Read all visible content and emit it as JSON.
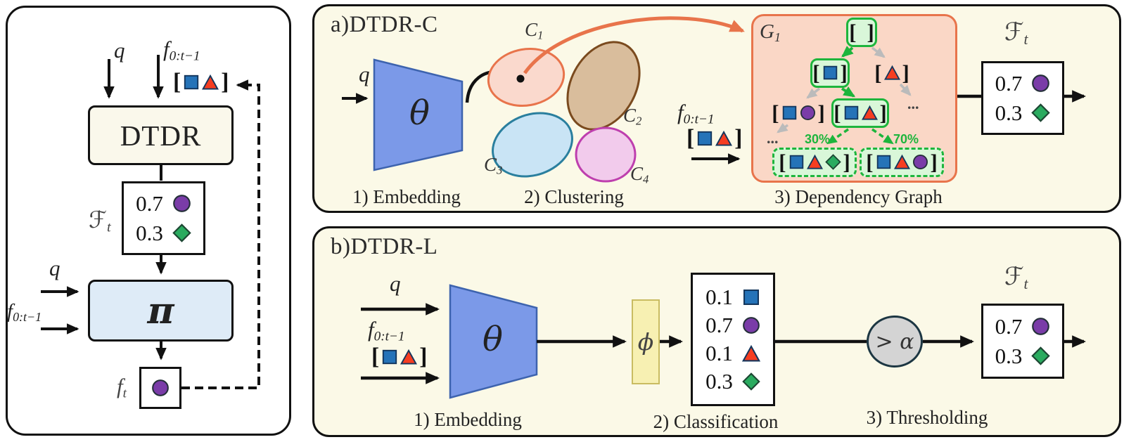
{
  "shared": {
    "q": "q",
    "f_base": "f",
    "f_sub": "0:t−1",
    "theta": "θ",
    "F_base": "ℱ",
    "F_sub": "t",
    "history_tokens": [
      "square",
      "triangle"
    ],
    "scores": [
      {
        "value": "0.7",
        "shape": "circle"
      },
      {
        "value": "0.3",
        "shape": "diamond"
      }
    ]
  },
  "tokens": {
    "bracket_open": "[",
    "bracket_close": "]"
  },
  "left_panel": {
    "dtdr_label": "DTDR",
    "pi_label": "π",
    "ft_base": "f",
    "ft_sub": "t",
    "output_token": "circle"
  },
  "panel_a": {
    "title": "a)DTDR-C",
    "steps": [
      "1) Embedding",
      "2) Clustering",
      "3) Dependency Graph"
    ],
    "clusters": [
      {
        "base": "C",
        "sub": "1"
      },
      {
        "base": "C",
        "sub": "2"
      },
      {
        "base": "C",
        "sub": "3"
      },
      {
        "base": "C",
        "sub": "4"
      }
    ],
    "graph": {
      "label_base": "G",
      "label_sub": "1",
      "ellipsis": "...",
      "pct_left": "30%",
      "pct_right": "70%",
      "nodes": {
        "root": [],
        "sq": [
          "square"
        ],
        "tri": [
          "triangle"
        ],
        "sq_ci": [
          "square",
          "circle"
        ],
        "sq_tr": [
          "square",
          "triangle"
        ],
        "leaf_left": [
          "square",
          "triangle",
          "diamond"
        ],
        "leaf_right": [
          "square",
          "triangle",
          "circle"
        ]
      }
    }
  },
  "panel_b": {
    "title": "b)DTDR-L",
    "steps": [
      "1) Embedding",
      "2) Classification",
      "3) Thresholding"
    ],
    "phi": "ϕ",
    "threshold": "> α",
    "classification": [
      {
        "value": "0.1",
        "shape": "square"
      },
      {
        "value": "0.7",
        "shape": "circle"
      },
      {
        "value": "0.1",
        "shape": "triangle"
      },
      {
        "value": "0.3",
        "shape": "diamond"
      }
    ]
  },
  "colors": {
    "panel_bg": "#FBF9E7",
    "dtdr_box": "#FAF8EB",
    "pi_box": "#DEEBF7",
    "embed_fill": "#7B99E8",
    "embed_border": "#3D63AE",
    "phi_fill": "#F7F0B2",
    "phi_border": "#C9BC62",
    "threshold_fill": "#D4D4D4",
    "threshold_border": "#1C3642",
    "graph_fill": "#FAD7C6",
    "graph_border": "#E8744B",
    "node_fill": "#D9F7D9",
    "node_green": "#1DB53C",
    "gray_arrow": "#BBBBBB",
    "token_square": "#2573B8",
    "token_triangle": "#F63D21",
    "token_circle": "#7A3CA8",
    "token_diamond": "#2AAB5F",
    "cluster_fills": [
      "#FAD9CD",
      "#D9BD9C",
      "#C9E4F5",
      "#F2CBEC"
    ],
    "cluster_borders": [
      "#E8744B",
      "#7A4A1E",
      "#2A7F9E",
      "#BE3FAE"
    ]
  }
}
